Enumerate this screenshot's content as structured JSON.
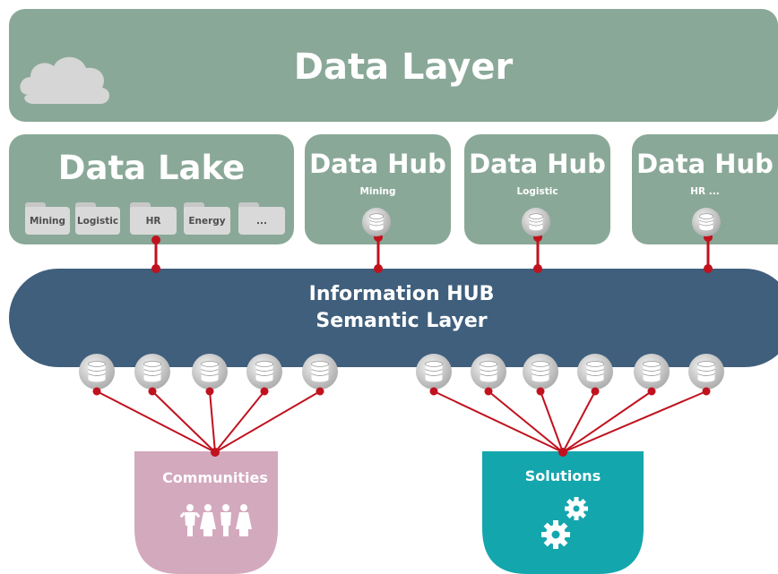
{
  "data_layer": {
    "title": "Data Layer",
    "icon": "cloud-icon"
  },
  "data_lake": {
    "title": "Data Lake",
    "folders": [
      "Mining",
      "Logistic",
      "HR",
      "Energy",
      "..."
    ]
  },
  "data_hubs": [
    {
      "title": "Data Hub",
      "subtitle": "Mining"
    },
    {
      "title": "Data Hub",
      "subtitle": "Logistic"
    },
    {
      "title": "Data Hub",
      "subtitle": "HR ..."
    }
  ],
  "info_hub": {
    "line1": "Information HUB",
    "line2": "Semantic Layer"
  },
  "communities": {
    "label": "Communities",
    "icon": "people-icon",
    "color": "#d3a9be"
  },
  "solutions": {
    "label": "Solutions",
    "icon": "gears-icon",
    "color": "#14a6ad"
  },
  "colors": {
    "layer_box": "#8aa898",
    "hub": "#3f5f7c",
    "connector": "#c0121e",
    "cloud": "#d6d6d6"
  }
}
